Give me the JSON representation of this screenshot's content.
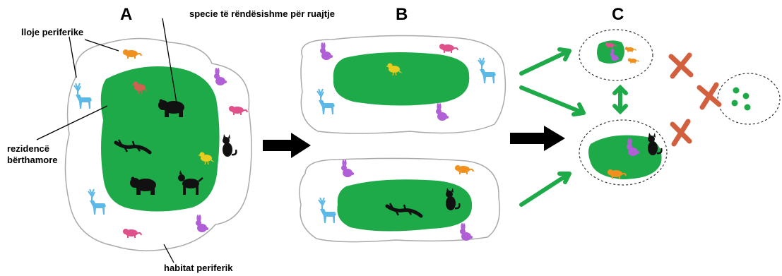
{
  "panels": {
    "a": "A",
    "b": "B",
    "c": "C"
  },
  "labels": {
    "peripheral_species": "lloje periferike",
    "key_species": "specie të rëndësishme për ruajtje",
    "core_residence_line1": "rezidencë",
    "core_residence_line2": "bërthamore",
    "peripheral_habitat": "habitat periferik"
  },
  "colors": {
    "core_habitat": "#1faa4a",
    "arrow_black": "#000000",
    "arrow_green": "#1faa4a",
    "cross_red": "#d2603f",
    "deer_blue": "#5cb8e6",
    "rabbit_purple": "#b15fd6",
    "rodent_orange": "#f0901e",
    "rodent_pink": "#e0508a",
    "bird_yellow": "#e8cc20",
    "bird_red": "#d06050",
    "silhouette_black": "#111111",
    "outline_gray": "#999999"
  },
  "icons": [
    "deer-icon",
    "rabbit-icon",
    "rodent-icon",
    "bird-icon",
    "bear-icon",
    "lizard-icon",
    "cat-icon",
    "dog-icon"
  ]
}
